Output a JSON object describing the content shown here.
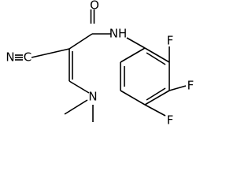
{
  "molecule": {
    "atom_labels": {
      "oxygen": "O",
      "amide_nitrogen": "NH",
      "nitrile_nitrogen": "N",
      "nitrile_carbon": "C",
      "amine_nitrogen": "N",
      "fluorine_2": "F",
      "fluorine_3": "F",
      "fluorine_4": "F"
    },
    "colors": {
      "bond": "#000000",
      "label": "#000000",
      "background": "#ffffff"
    }
  }
}
